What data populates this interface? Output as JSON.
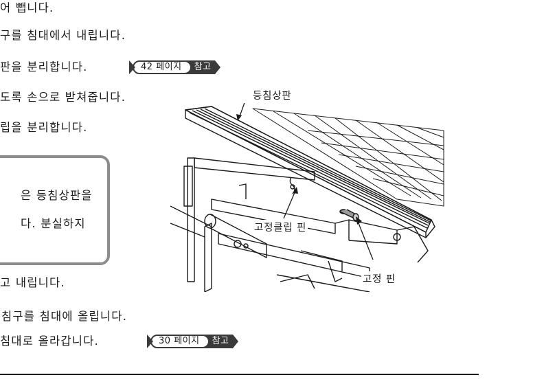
{
  "steps": {
    "l1": "어 뺍니다.",
    "l2": "구를 침대에서 내립니다.",
    "l3": "판을 분리합니다.",
    "l4": "도록 손으로 받쳐줍니다.",
    "l5": "립을 분리합니다.",
    "l8": "고 내립니다.",
    "l9": "침구를 침대에 올립니다.",
    "l10": "침대로 올라갑니다."
  },
  "note": {
    "line1": "은 등침상판을",
    "line2": "다. 분실하지"
  },
  "refs": [
    {
      "page": "42 페이지",
      "label": "참고"
    },
    {
      "page": "30 페이지",
      "label": "참고"
    }
  ],
  "illustration": {
    "label_back_board": "등침상판",
    "label_clip_pin": "고정클립 핀",
    "label_fix_pin": "고정 핀"
  }
}
